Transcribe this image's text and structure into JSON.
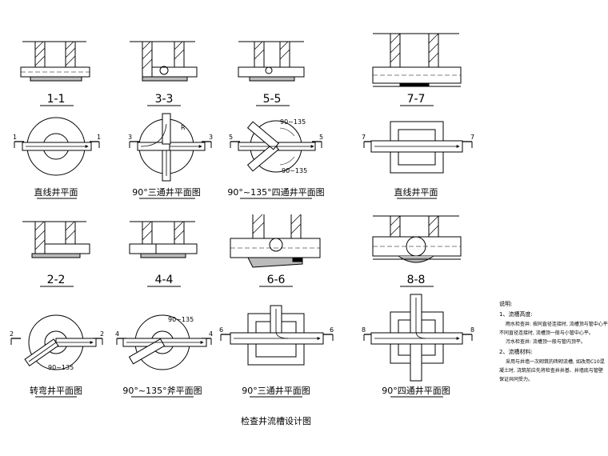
{
  "drawing_title": "检查井流槽设计图",
  "sections": {
    "s11": "1-1",
    "s33": "3-3",
    "s55": "5-5",
    "s77": "7-7",
    "s22": "2-2",
    "s44": "4-4",
    "s66": "6-6",
    "s88": "8-8"
  },
  "plans": {
    "p_straight_1": "直线井平面",
    "p_3way_90": "90°三通井平面图",
    "p_4way_90_135": "90°~135°四通井平面图",
    "p_straight_2": "直线井平面",
    "p_turn": "转弯井平面图",
    "p_lateral_90_135": "90°~135°斧平面图",
    "p_3way_90b": "90°三通井平面图",
    "p_4way_90b": "90°四通井平面图"
  },
  "markers": {
    "m1": "1",
    "m2": "2",
    "m3": "3",
    "m4": "4",
    "m5": "5",
    "m6": "6",
    "m7": "7",
    "m8": "8"
  },
  "angle_labels": {
    "a_3way": "R",
    "a_4way_top": "90~135",
    "a_4way_bot": "90~135",
    "a_turn": "90~135",
    "a_lateral": "90~135"
  },
  "notes": {
    "heading": "说明:",
    "l1": "1、流槽高度:",
    "l2": "雨水检查井: 按同直径连接时, 流槽顶与管中心平,",
    "l3": "不同直径连接时, 流槽顶一般与小管中心平。",
    "l4": "污水检查井: 流槽顶一般与管内顶平。",
    "l5": "2、流槽材料:",
    "l6": "采用与井墙一次砌筑的砖砌流槽, 如改用C10混",
    "l7": "凝土时, 浇筑前应先将检查井井基、井墙底与管壁",
    "l8": "保证共同受力。"
  }
}
